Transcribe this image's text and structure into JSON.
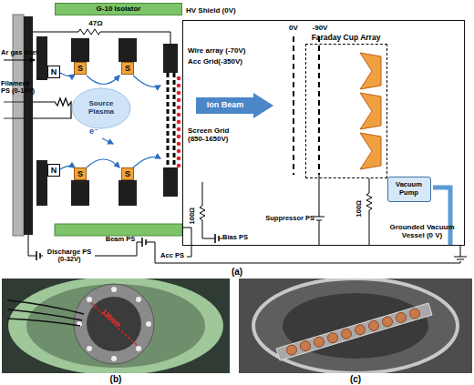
{
  "diagram": {
    "nodes": [
      {
        "text": [
          "Grounded Vacuum Vessel (0 V)"
        ]
      },
      {
        "text": [
          "G-10 Isolator"
        ]
      },
      {
        "text": [
          "Source Plasma"
        ]
      },
      {
        "text": [
          "Ion Beam"
        ],
        "in": 0
      },
      {
        "text": [
          "Faraday Cup Array"
        ],
        "in": 0
      },
      {
        "text": [
          "Vacuum Pump"
        ],
        "in": 0
      },
      {
        "text": [
          "S"
        ]
      },
      {
        "text": [
          "S"
        ]
      },
      {
        "text": [
          "N"
        ]
      },
      {
        "text": [
          "N"
        ]
      },
      {
        "text": [
          "S"
        ]
      },
      {
        "text": [
          "S"
        ]
      }
    ],
    "labels": [
      "HV Shield (0V)",
      "47Ω",
      "Ar gas inlet",
      "Filament PS (0-10V)",
      "e⁻",
      "Wire array (-70V)",
      "Acc Grid(-350V)",
      "Screen Grid (850-1650V)",
      "0V",
      "-90V",
      "Discharge PS (0-32V)",
      "Beam PS",
      "Acc PS",
      "Bias PS",
      "Suppressor PS",
      "100Ω",
      "100Ω",
      "(a)",
      "130mm",
      "(b)",
      "(c)"
    ]
  }
}
